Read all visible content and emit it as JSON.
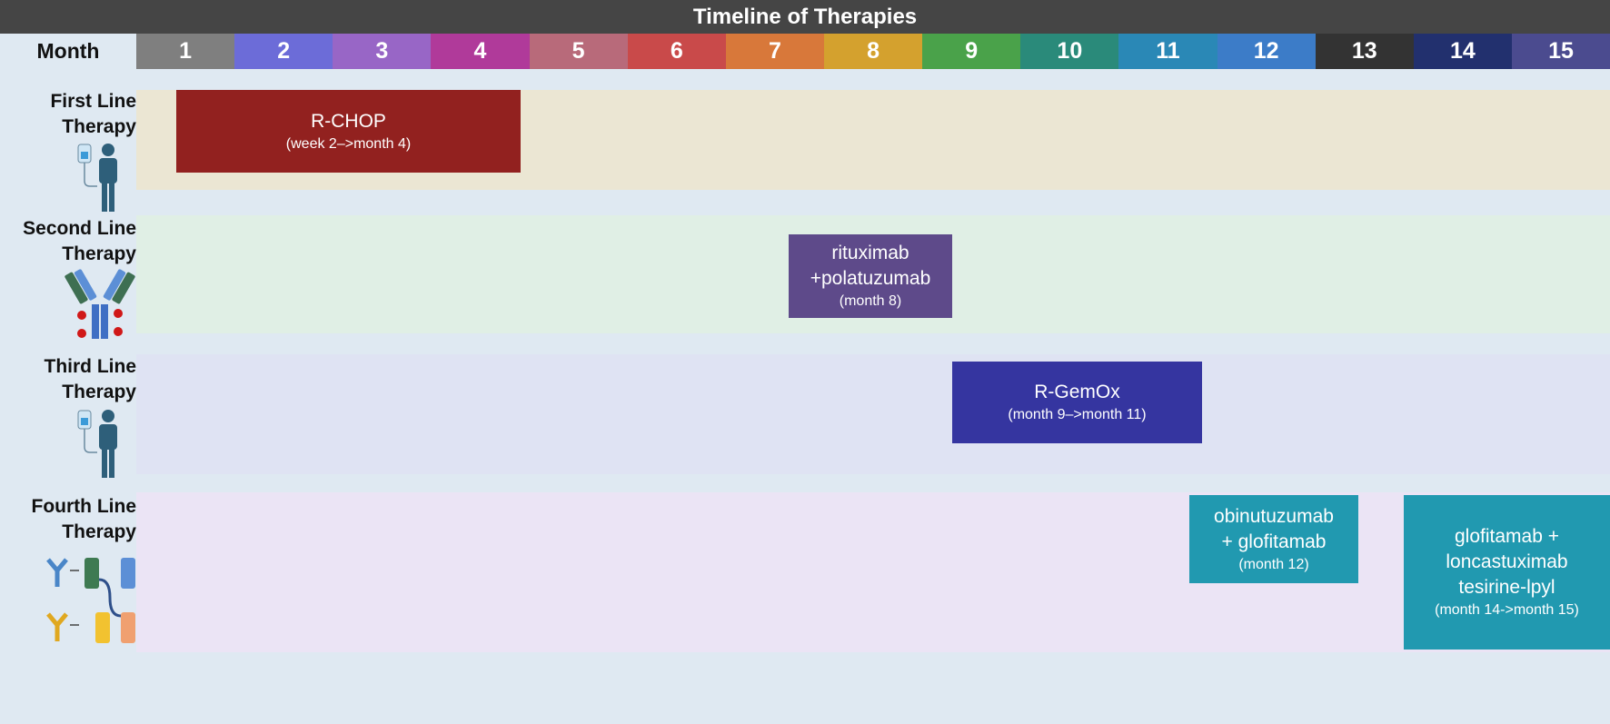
{
  "title": "Timeline of Therapies",
  "month_label": "Month",
  "months": [
    {
      "label": "1",
      "color": "#7f7f7f"
    },
    {
      "label": "2",
      "color": "#6c6cd8"
    },
    {
      "label": "3",
      "color": "#9866c6"
    },
    {
      "label": "4",
      "color": "#b03a9a"
    },
    {
      "label": "5",
      "color": "#b86a7a"
    },
    {
      "label": "6",
      "color": "#c94a4a"
    },
    {
      "label": "7",
      "color": "#d8783a"
    },
    {
      "label": "8",
      "color": "#d4a12e"
    },
    {
      "label": "9",
      "color": "#4aa24a"
    },
    {
      "label": "10",
      "color": "#2a8a7a"
    },
    {
      "label": "11",
      "color": "#2a88b6"
    },
    {
      "label": "12",
      "color": "#3c7cc8"
    },
    {
      "label": "13",
      "color": "#333333"
    },
    {
      "label": "14",
      "color": "#22306e"
    },
    {
      "label": "15",
      "color": "#4b4b8f"
    }
  ],
  "lines": [
    {
      "label1": "First Line",
      "label2": "Therapy",
      "icon": "iv-patient-icon",
      "bg": "#ebe6d3"
    },
    {
      "label1": "Second Line",
      "label2": "Therapy",
      "icon": "antibody-drug-conjugate-icon",
      "bg": "#e0efe5"
    },
    {
      "label1": "Third Line",
      "label2": "Therapy",
      "icon": "iv-patient-icon",
      "bg": "#dfe3f3"
    },
    {
      "label1": "Fourth Line",
      "label2": "Therapy",
      "icon": "bispecific-antibody-icon",
      "bg": "#ebe4f5"
    }
  ],
  "therapies": [
    {
      "name": "R-CHOP",
      "sub": "(week 2–>month 4)",
      "color": "#92211f",
      "line": 1
    },
    {
      "name": "rituximab\n+polatuzumab",
      "sub": "(month 8)",
      "color": "#5e4a8a",
      "line": 2
    },
    {
      "name": "R-GemOx",
      "sub": "(month 9–>month 11)",
      "color": "#3535a0",
      "line": 3
    },
    {
      "name": "obinutuzumab\n+ glofitamab",
      "sub": "(month 12)",
      "color": "#2199b0",
      "line": 4
    },
    {
      "name": "glofitamab +\nloncastuximab\ntesirine-lpyl",
      "sub": "(month 14->month 15)",
      "color": "#2199b0",
      "line": 4
    }
  ]
}
